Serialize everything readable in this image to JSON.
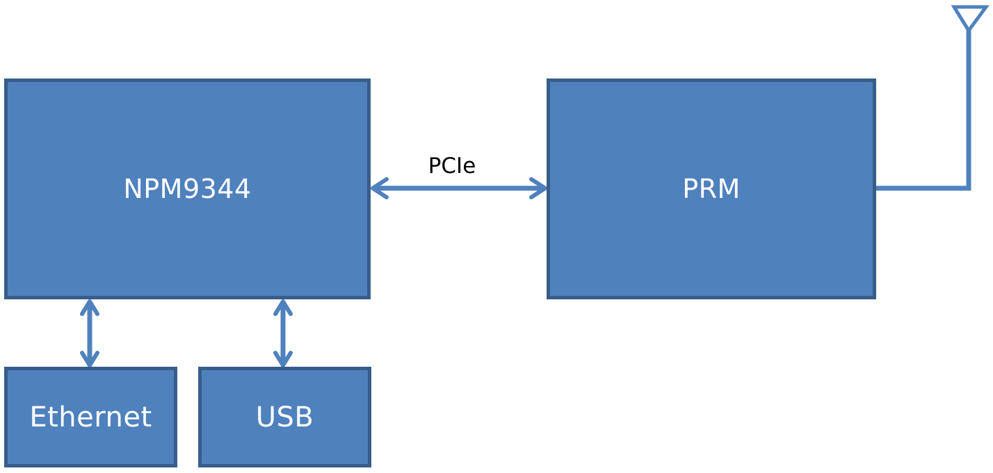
{
  "diagram": {
    "blocks": {
      "npm": {
        "label": "NPM9344"
      },
      "prm": {
        "label": "PRM"
      },
      "ethernet": {
        "label": "Ethernet"
      },
      "usb": {
        "label": "USB"
      }
    },
    "links": {
      "pcie": {
        "label": "PCIe"
      }
    },
    "icons": {
      "antenna": "antenna-icon"
    },
    "colors": {
      "block_fill": "#4f81bd",
      "block_border": "#385d8a",
      "connector": "#4f81bd",
      "text_light": "#ffffff",
      "text_dark": "#000000"
    }
  }
}
